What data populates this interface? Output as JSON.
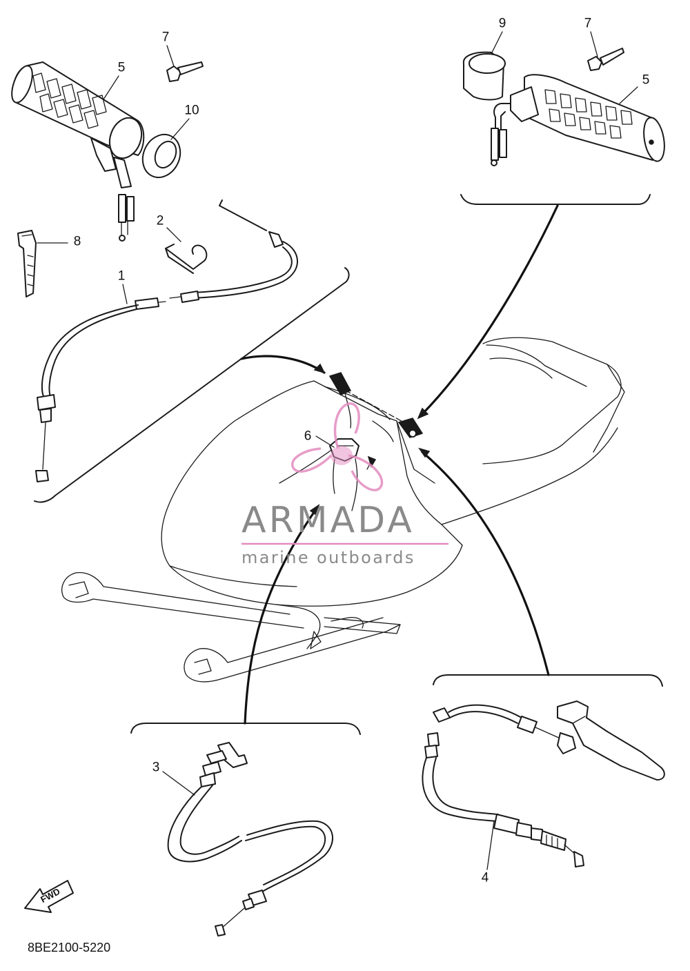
{
  "diagram": {
    "part_callouts": [
      {
        "id": "c1",
        "label": "1"
      },
      {
        "id": "c2",
        "label": "2"
      },
      {
        "id": "c3",
        "label": "3"
      },
      {
        "id": "c4",
        "label": "4"
      },
      {
        "id": "c5a",
        "label": "5"
      },
      {
        "id": "c5b",
        "label": "5"
      },
      {
        "id": "c6",
        "label": "6"
      },
      {
        "id": "c7a",
        "label": "7"
      },
      {
        "id": "c7b",
        "label": "7"
      },
      {
        "id": "c8",
        "label": "8"
      },
      {
        "id": "c9",
        "label": "9"
      },
      {
        "id": "c10",
        "label": "10"
      }
    ],
    "direction_label": "FWD",
    "drawing_code": "8BE2100-5220"
  },
  "watermark": {
    "title": "ARMADA",
    "subtitle": "marine outboards",
    "title_color": "#8a8a8a",
    "accent_color": "#e38bbf"
  },
  "icons": {
    "logo": "propeller-logo-icon",
    "direction": "fwd-arrow-icon"
  }
}
